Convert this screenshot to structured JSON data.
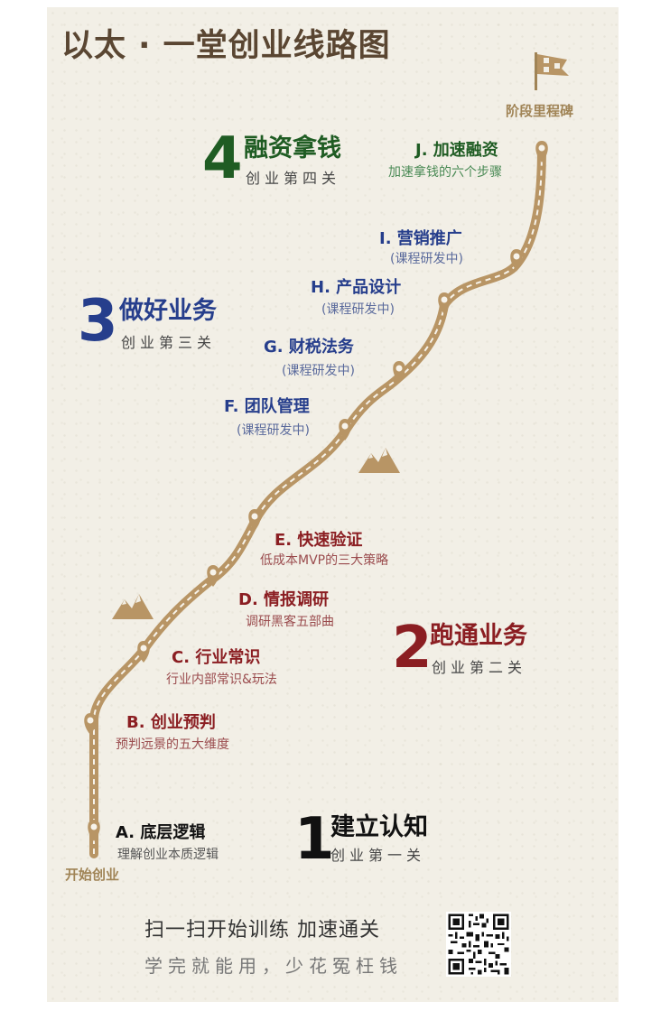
{
  "poster_title": "以太 · 一堂创业线路图",
  "start_label": "开始创业",
  "milestone_label": "阶段里程碑",
  "stages": [
    {
      "number": "1",
      "title": "建立认知",
      "subtitle": "创业第一关"
    },
    {
      "number": "2",
      "title": "跑通业务",
      "subtitle": "创业第二关"
    },
    {
      "number": "3",
      "title": "做好业务",
      "subtitle": "创业第三关"
    },
    {
      "number": "4",
      "title": "融资拿钱",
      "subtitle": "创业第四关"
    }
  ],
  "milestones": [
    {
      "title": "A. 底层逻辑",
      "subtitle": "理解创业本质逻辑"
    },
    {
      "title": "B. 创业预判",
      "subtitle": "预判远景的五大维度"
    },
    {
      "title": "C. 行业常识",
      "subtitle": "行业内部常识&玩法"
    },
    {
      "title": "D. 情报调研",
      "subtitle": "调研黑客五部曲"
    },
    {
      "title": "E. 快速验证",
      "subtitle": "低成本MVP的三大策略"
    },
    {
      "title": "F. 团队管理",
      "subtitle": "(课程研发中)"
    },
    {
      "title": "G. 财税法务",
      "subtitle": "(课程研发中)"
    },
    {
      "title": "H. 产品设计",
      "subtitle": "(课程研发中)"
    },
    {
      "title": "I. 营销推广",
      "subtitle": "(课程研发中)"
    },
    {
      "title": "J. 加速融资",
      "subtitle": "加速拿钱的六个步骤"
    }
  ],
  "cta": {
    "title": "扫一扫开始训练 加速通关",
    "subtitle": "学完就能用，少花冤枉钱"
  },
  "colors": {
    "route": "#b89565",
    "stage1": "#111111",
    "stage2": "#8b1e22",
    "stage3": "#263e8c",
    "stage4": "#1f5c23"
  },
  "icons": [
    "flag-icon",
    "mountain-icon",
    "map-pin-icon",
    "qr-code"
  ]
}
